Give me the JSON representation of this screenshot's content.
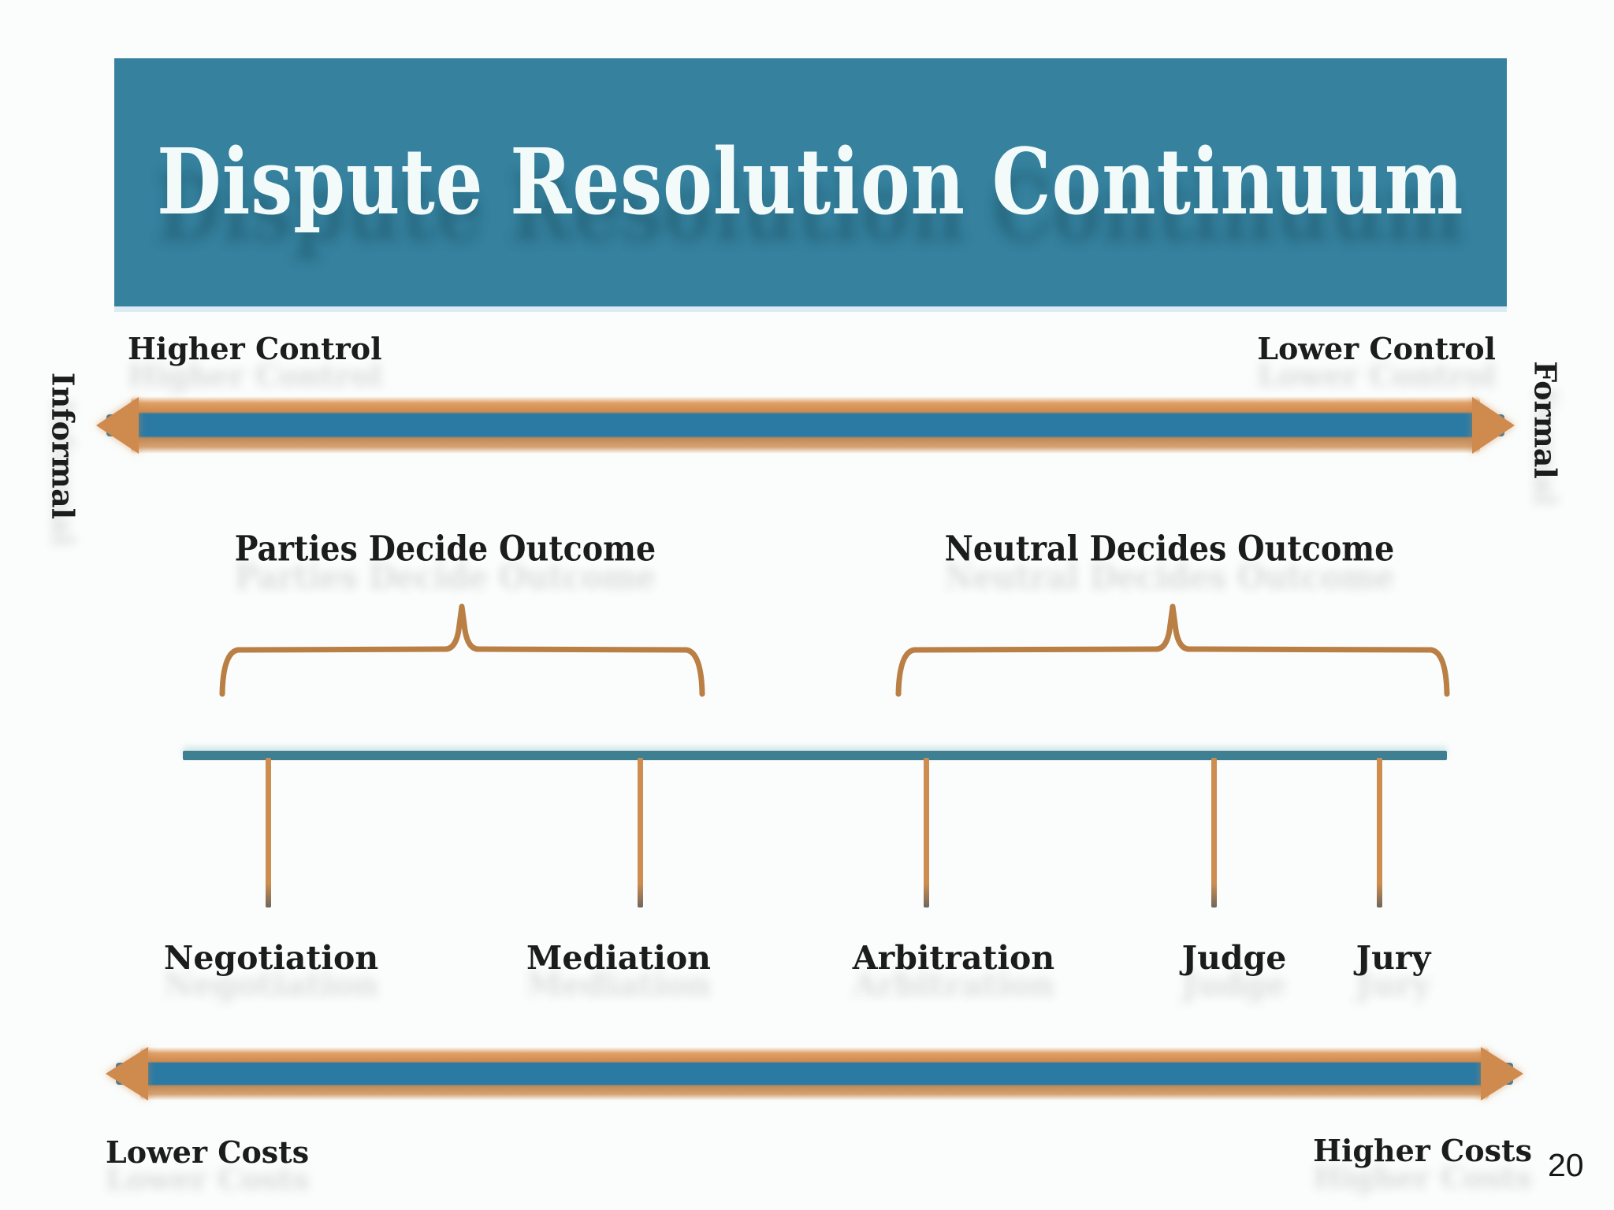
{
  "slide": {
    "title": "Dispute Resolution Continuum",
    "page_number": "20",
    "colors": {
      "header_bg": "#35819e",
      "title_text": "#f3fbfa",
      "text_dark": "#1c1c1c",
      "arrow_teal": "#2b7aa4",
      "arrow_orange": "#cf8a4e",
      "brace_orange": "#b97f44",
      "timeline_teal": "#3e8092",
      "tick_orange": "#cd8d4f"
    },
    "top_axis": {
      "left_label": "Higher Control",
      "right_label": "Lower Control",
      "left_end_label": "Informal",
      "right_end_label": "Formal"
    },
    "groups": [
      {
        "label": "Parties Decide Outcome"
      },
      {
        "label": "Neutral Decides Outcome"
      }
    ],
    "timeline": {
      "items": [
        "Negotiation",
        "Mediation",
        "Arbitration",
        "Judge",
        "Jury"
      ]
    },
    "bottom_axis": {
      "left_label": "Lower Costs",
      "right_label": "Higher Costs"
    }
  }
}
